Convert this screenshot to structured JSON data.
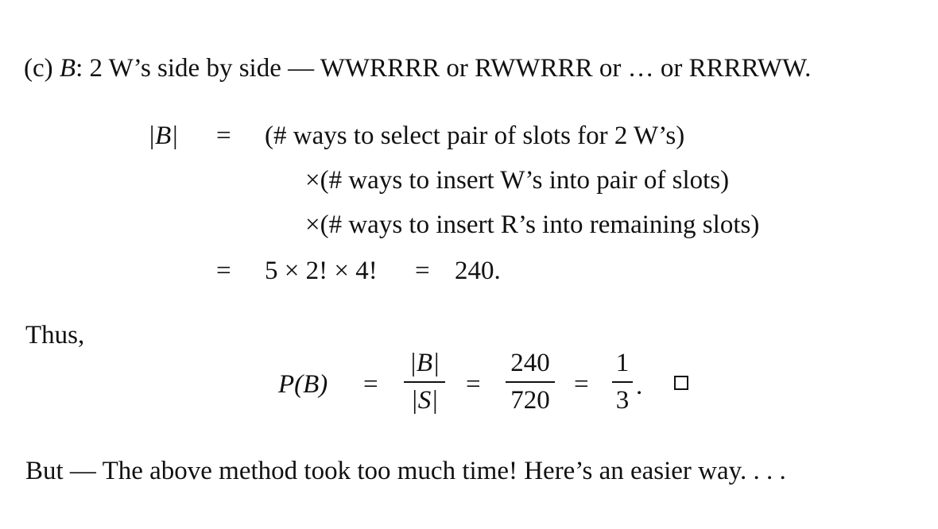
{
  "header": {
    "prefix": "(c) ",
    "event": "B",
    "desc": ": 2 W’s side by side — WWRRRR or RWWRRR or … or RRRRWW."
  },
  "calc": {
    "lhs": "|B|",
    "eq1": "=",
    "term1": "(# ways to select pair of slots for 2 W’s)",
    "term2": "×(# ways to insert W’s into pair of slots)",
    "term3": "×(# ways to insert R’s into remaining slots)",
    "eq2": "=",
    "result": "5 × 2! × 4!",
    "eq3": "=",
    "value": "240."
  },
  "thus": "Thus,",
  "prob": {
    "lhs": "P(B)",
    "eq1": "=",
    "frac1_num": "|B|",
    "frac1_den": "|S|",
    "eq2": "=",
    "frac2_num": "240",
    "frac2_den": "720",
    "eq3": "=",
    "frac3_num": "1",
    "frac3_den": "3",
    "period": "."
  },
  "footer": "But — The above method took too much time! Here’s an easier way. . . ."
}
